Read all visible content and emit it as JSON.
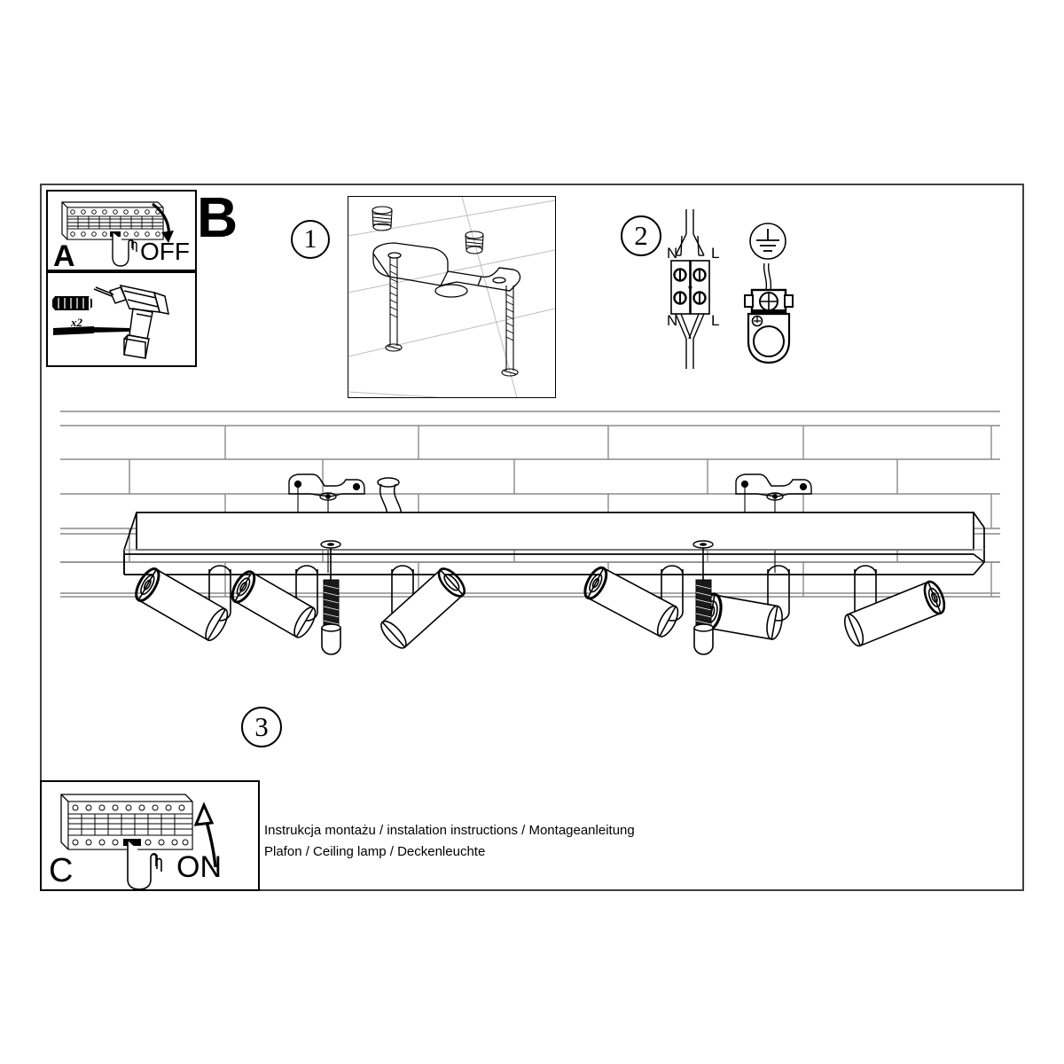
{
  "document": {
    "title": "Plafon / Ceiling lamp / Deckenleuchte",
    "type": "installation-instruction-sheet"
  },
  "panels": {
    "a": {
      "letter": "A",
      "state_label": "OFF",
      "icon_breaker": "circuit-breaker-panel-icon",
      "icon_hand": "hand-pointing-icon",
      "icon_arrow": "curved-arrow-down-icon"
    },
    "a2": {
      "quantity_label": "x2",
      "icon_drill": "power-drill-icon",
      "icon_wallplug": "wall-plug-icon",
      "icon_screw": "screw-icon"
    },
    "b": {
      "letter": "B"
    },
    "c": {
      "letter": "C",
      "state_label": "ON",
      "icon_breaker": "circuit-breaker-panel-icon",
      "icon_hand": "hand-pointing-icon",
      "icon_arrow": "curved-arrow-up-icon"
    },
    "step1": {
      "number": "1",
      "icon_bracket": "mounting-bracket-icon",
      "icon_wallplug": "wall-plug-icon",
      "icon_screw": "long-screw-icon"
    },
    "step2": {
      "number": "2",
      "terminal_top_left": "N",
      "terminal_top_right": "L",
      "terminal_bottom_left": "N",
      "terminal_bottom_right": "L",
      "icon_terminal_block": "terminal-block-icon",
      "icon_earth": "earth-ground-symbol-icon",
      "icon_earth_clamp": "earth-clamp-icon"
    },
    "step3": {
      "number": "3",
      "icon_wall": "brick-wall-icon",
      "icon_rail": "lamp-rail-icon",
      "icon_spotlight": "spotlight-head-icon",
      "icon_bracket": "wall-bracket-icon",
      "icon_cable": "cable-icon",
      "icon_screw": "mounting-screw-icon",
      "spotlight_count": 6,
      "bracket_count": 2
    }
  },
  "footer": {
    "line1": "Instrukcja montażu / instalation instructions / Montageanleitung",
    "line2": "Plafon / Ceiling lamp / Deckenleuchte"
  },
  "colors": {
    "ink": "#000000",
    "frame": "#404040",
    "mortar": "#8a8a8a",
    "paper": "#ffffff"
  }
}
